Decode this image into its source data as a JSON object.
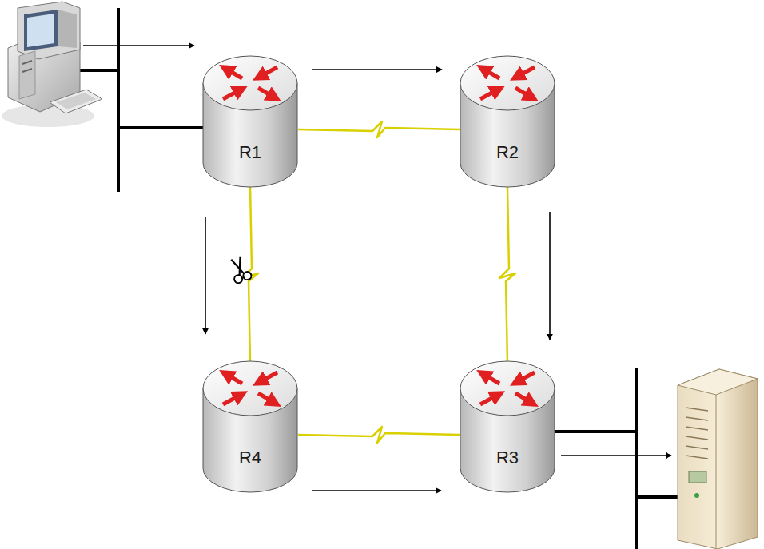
{
  "diagram": {
    "nodes": [
      {
        "text": [
          "R1"
        ]
      },
      {
        "text": [
          "R2"
        ]
      },
      {
        "text": [
          "R4"
        ]
      },
      {
        "text": [
          "R3"
        ]
      }
    ],
    "edges": [
      {
        "from": 0,
        "to": 1,
        "arrow": "none"
      },
      {
        "from": 1,
        "to": 3,
        "arrow": "none"
      },
      {
        "from": 0,
        "to": 2,
        "arrow": "none"
      },
      {
        "from": 2,
        "to": 3,
        "arrow": "none"
      }
    ]
  }
}
